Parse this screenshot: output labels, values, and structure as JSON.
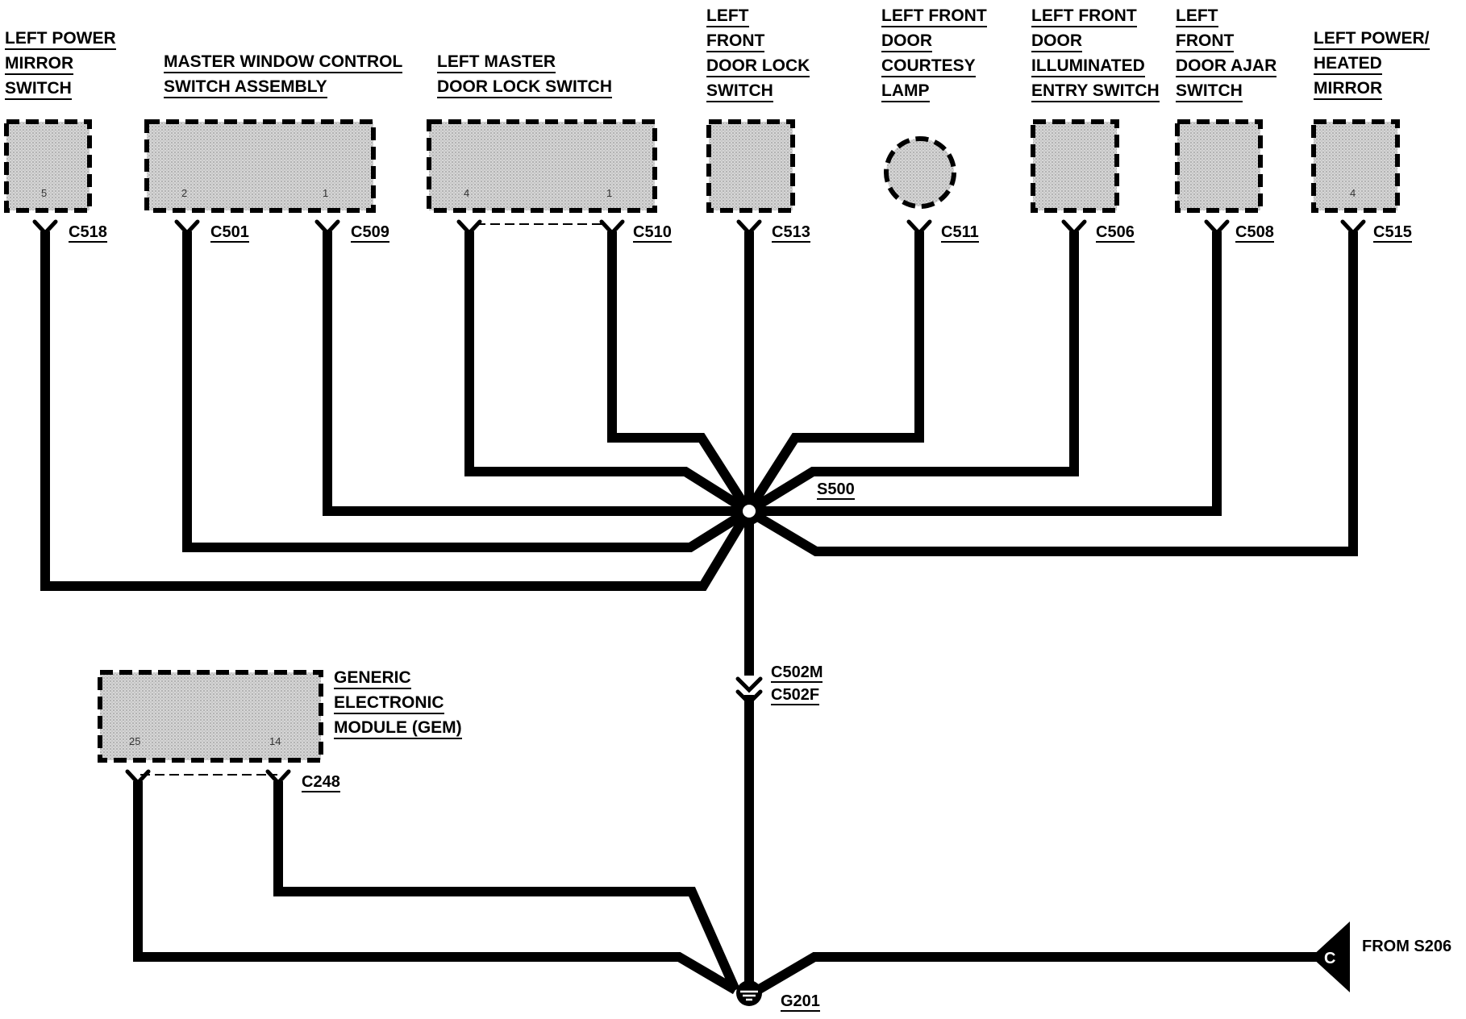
{
  "components": [
    {
      "id": "left_power_mirror_switch",
      "lines": [
        "LEFT POWER",
        "MIRROR",
        "SWITCH"
      ],
      "pins": [
        "5"
      ],
      "connectors": [
        "C518"
      ]
    },
    {
      "id": "master_window_control",
      "lines": [
        "MASTER WINDOW CONTROL",
        "SWITCH ASSEMBLY"
      ],
      "pins": [
        "2",
        "1"
      ],
      "connectors": [
        "C501",
        "C509"
      ]
    },
    {
      "id": "left_master_door_lock",
      "lines": [
        "LEFT MASTER",
        "DOOR LOCK SWITCH"
      ],
      "pins": [
        "4",
        "1"
      ],
      "connectors": [
        "C510"
      ]
    },
    {
      "id": "left_front_door_lock",
      "lines": [
        "LEFT",
        "FRONT",
        "DOOR LOCK",
        "SWITCH"
      ],
      "pins": [],
      "connectors": [
        "C513"
      ]
    },
    {
      "id": "left_front_courtesy_lamp",
      "lines": [
        "LEFT FRONT",
        "DOOR",
        "COURTESY",
        "LAMP"
      ],
      "pins": [],
      "connectors": [
        "C511"
      ]
    },
    {
      "id": "left_front_illuminated_entry",
      "lines": [
        "LEFT FRONT",
        "DOOR",
        "ILLUMINATED",
        "ENTRY SWITCH"
      ],
      "pins": [],
      "connectors": [
        "C506"
      ]
    },
    {
      "id": "left_front_door_ajar",
      "lines": [
        "LEFT",
        "FRONT",
        "DOOR AJAR",
        "SWITCH"
      ],
      "pins": [],
      "connectors": [
        "C508"
      ]
    },
    {
      "id": "left_power_heated_mirror",
      "lines": [
        "LEFT POWER/",
        "HEATED",
        "MIRROR"
      ],
      "pins": [
        "4"
      ],
      "connectors": [
        "C515"
      ]
    },
    {
      "id": "gem",
      "lines": [
        "GENERIC",
        "ELECTRONIC",
        "MODULE (GEM)"
      ],
      "pins": [
        "25",
        "14"
      ],
      "connectors": [
        "C248"
      ]
    }
  ],
  "splice": "S500",
  "inline_connector": {
    "male": "C502M",
    "female": "C502F"
  },
  "ground": "G201",
  "from": {
    "label": "FROM S206",
    "letter": "C"
  }
}
